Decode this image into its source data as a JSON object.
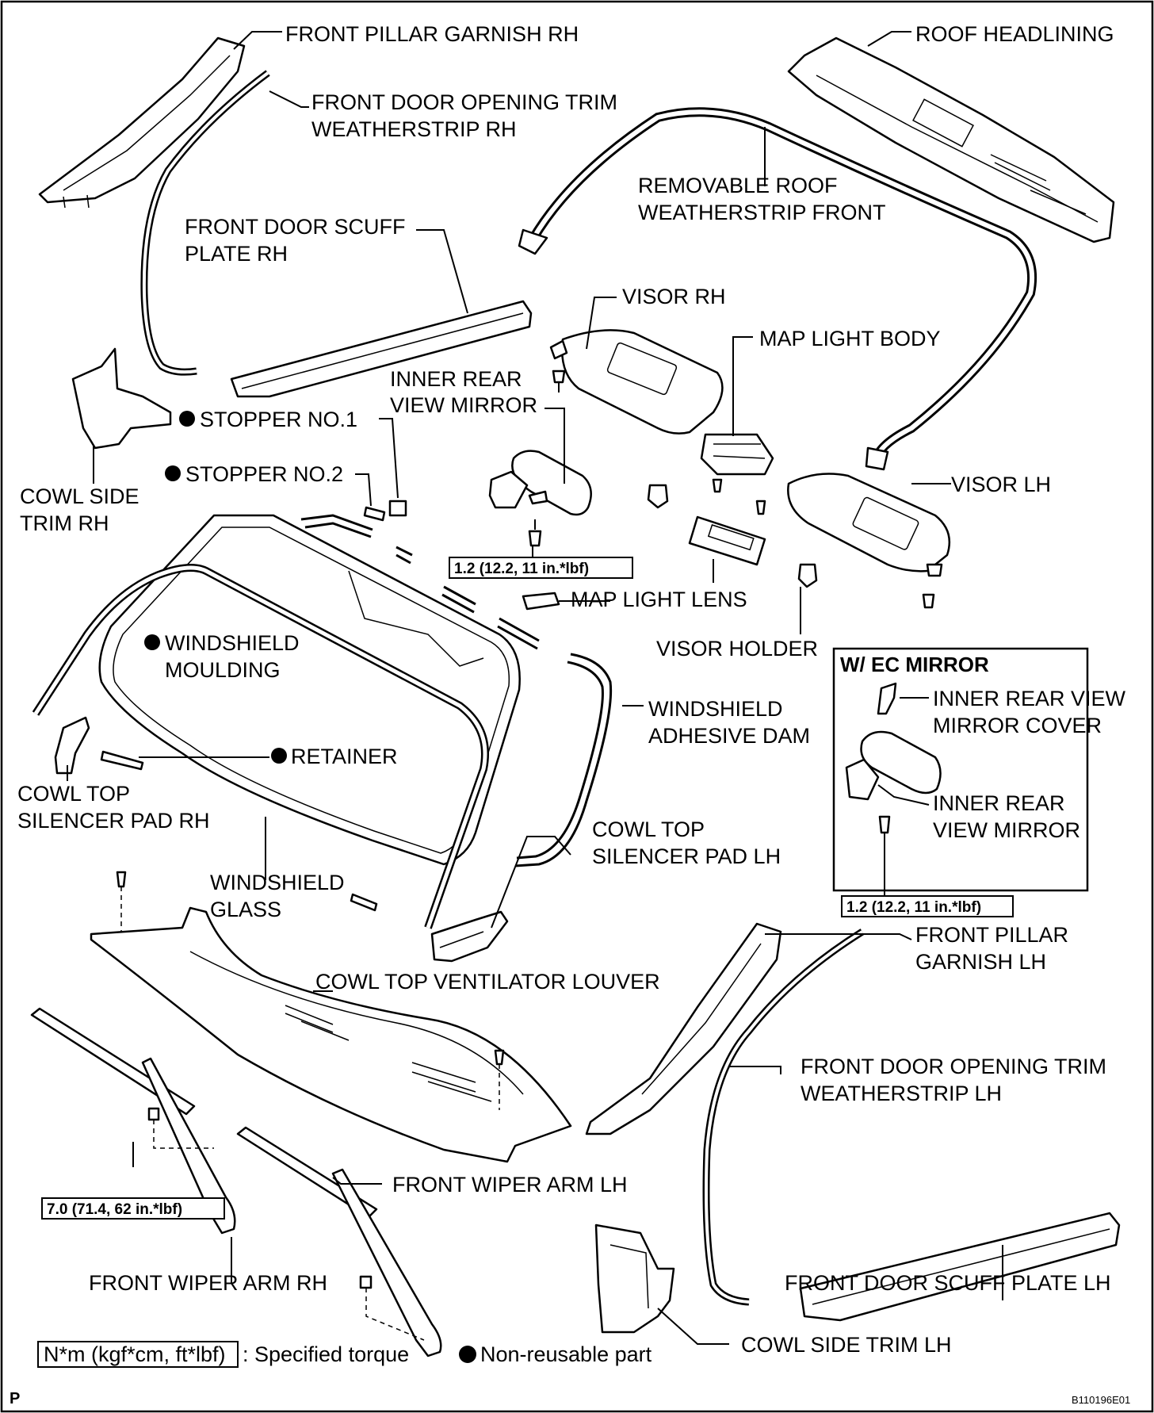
{
  "labels": {
    "front_pillar_garnish_rh": "FRONT PILLAR GARNISH RH",
    "front_door_opening_trim_rh_1": "FRONT DOOR OPENING TRIM",
    "front_door_opening_trim_rh_2": "WEATHERSTRIP RH",
    "roof_headlining": "ROOF HEADLINING",
    "removable_roof_ws_1": "REMOVABLE ROOF",
    "removable_roof_ws_2": "WEATHERSTRIP FRONT",
    "front_door_scuff_rh_1": "FRONT DOOR SCUFF",
    "front_door_scuff_rh_2": "PLATE RH",
    "visor_rh": "VISOR RH",
    "map_light_body": "MAP LIGHT BODY",
    "inner_rear_view_mirror_1": "INNER REAR",
    "inner_rear_view_mirror_2": "VIEW MIRROR",
    "stopper_no1": "STOPPER NO.1",
    "stopper_no2": "STOPPER NO.2",
    "cowl_side_trim_rh_1": "COWL SIDE",
    "cowl_side_trim_rh_2": "TRIM RH",
    "visor_lh": "VISOR LH",
    "map_light_lens": "MAP LIGHT LENS",
    "visor_holder": "VISOR HOLDER",
    "windshield_moulding_1": "WINDSHIELD",
    "windshield_moulding_2": "MOULDING",
    "windshield_adhesive_dam_1": "WINDSHIELD",
    "windshield_adhesive_dam_2": "ADHESIVE DAM",
    "retainer": "RETAINER",
    "cowl_top_silencer_rh_1": "COWL TOP",
    "cowl_top_silencer_rh_2": "SILENCER PAD RH",
    "cowl_top_silencer_lh_1": "COWL TOP",
    "cowl_top_silencer_lh_2": "SILENCER PAD LH",
    "windshield_glass_1": "WINDSHIELD",
    "windshield_glass_2": "GLASS",
    "cowl_top_ventilator_louver": "COWL TOP VENTILATOR LOUVER",
    "front_pillar_garnish_lh_1": "FRONT PILLAR",
    "front_pillar_garnish_lh_2": "GARNISH LH",
    "front_door_opening_trim_lh_1": "FRONT DOOR OPENING TRIM",
    "front_door_opening_trim_lh_2": "WEATHERSTRIP  LH",
    "front_wiper_arm_lh": "FRONT WIPER ARM LH",
    "front_wiper_arm_rh": "FRONT WIPER ARM RH",
    "front_door_scuff_lh": "FRONT DOOR SCUFF PLATE LH",
    "cowl_side_trim_lh": "COWL SIDE TRIM LH"
  },
  "inset": {
    "title": "W/ EC MIRROR",
    "cover_1": "INNER REAR VIEW",
    "cover_2": "MIRROR COVER",
    "mirror_1": "INNER REAR",
    "mirror_2": "VIEW MIRROR",
    "torque": "1.2 (12.2, 11 in.*lbf)"
  },
  "torques": {
    "mirror": "1.2 (12.2, 11 in.*lbf)",
    "wiper": "7.0 (71.4, 62 in.*lbf)"
  },
  "legend": {
    "torque_box": "N*m (kgf*cm, ft*lbf)",
    "torque_text": ": Specified torque",
    "nonreusable_text": "Non-reusable part"
  },
  "footer": {
    "left": "P",
    "code": "B110196E01"
  }
}
